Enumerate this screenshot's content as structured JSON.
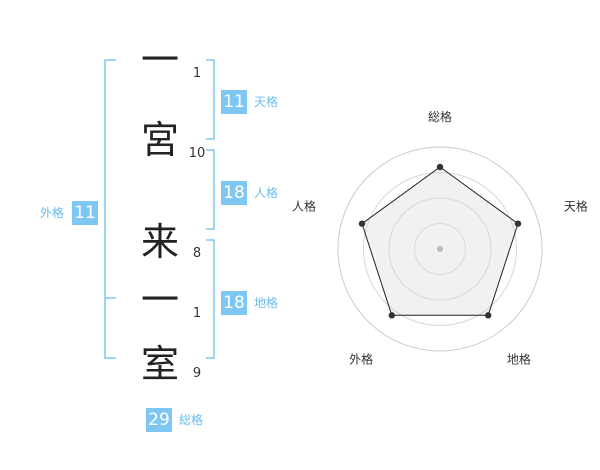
{
  "name": {
    "chars": [
      {
        "char": "一",
        "strokes": "1"
      },
      {
        "char": "宮",
        "strokes": "10"
      },
      {
        "char": "来",
        "strokes": "8"
      },
      {
        "char": "一",
        "strokes": "1"
      },
      {
        "char": "室",
        "strokes": "9"
      }
    ]
  },
  "fortunes": {
    "tenkaku": {
      "value": "11",
      "label": "天格"
    },
    "jinkaku": {
      "value": "18",
      "label": "人格"
    },
    "chikaku": {
      "value": "18",
      "label": "地格"
    },
    "gaikaku": {
      "value": "11",
      "label": "外格"
    },
    "soukaku": {
      "value": "29",
      "label": "総格"
    }
  },
  "colors": {
    "accent": "#7fc7f3",
    "label": "#6cbcec"
  },
  "chart_data": {
    "type": "radar",
    "axes": [
      "総格",
      "天格",
      "地格",
      "外格",
      "人格"
    ],
    "values": [
      4,
      4,
      4,
      4,
      4
    ],
    "max": 5,
    "rings": 4
  }
}
